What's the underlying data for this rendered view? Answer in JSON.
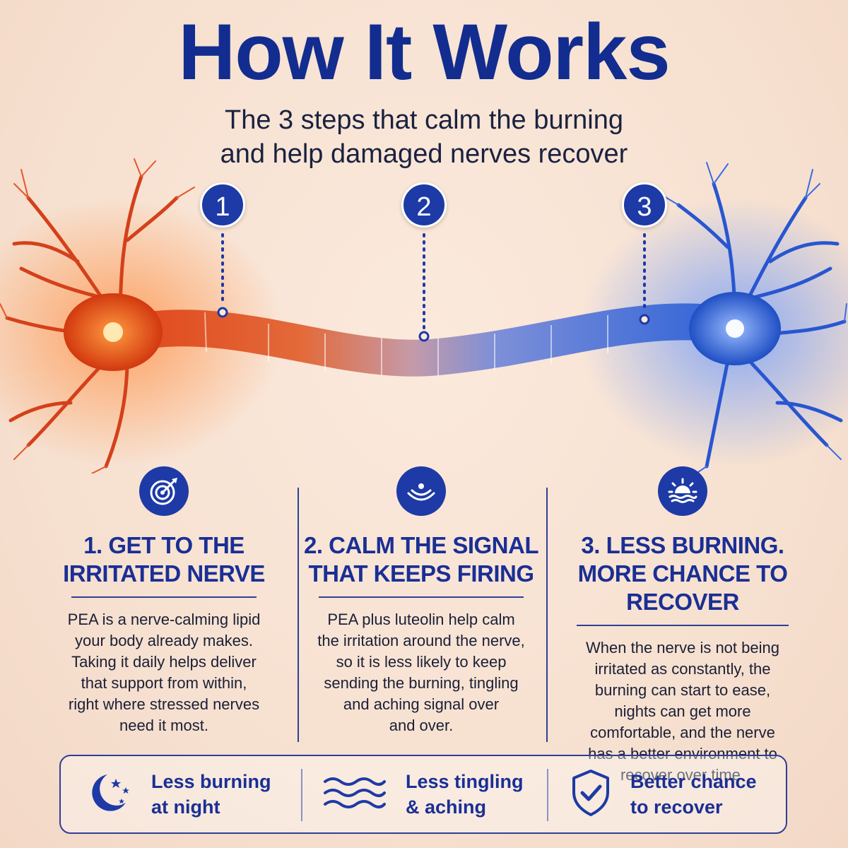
{
  "header": {
    "title": "How It Works",
    "subtitle_line1": "The 3 steps that calm the burning",
    "subtitle_line2": "and help damaged nerves recover"
  },
  "step_markers": [
    "1",
    "2",
    "3"
  ],
  "columns": [
    {
      "icon": "target-icon",
      "heading_line1": "1. GET TO THE",
      "heading_line2": "IRRITATED NERVE",
      "body": [
        "PEA is a nerve-calming lipid",
        "your body already makes.",
        "Taking it daily helps deliver",
        "that support from within,",
        "right where stressed nerves",
        "need it most."
      ]
    },
    {
      "icon": "calm-waves-icon",
      "heading_line1": "2. CALM THE SIGNAL",
      "heading_line2": "THAT KEEPS FIRING",
      "body": [
        "PEA plus luteolin help calm",
        "the irritation around the nerve,",
        "so it is less likely to keep",
        "sending the burning, tingling",
        "and aching signal over",
        "and over."
      ]
    },
    {
      "icon": "sunrise-icon",
      "heading_line1": "3. LESS BURNING.",
      "heading_line2": "MORE CHANCE TO RECOVER",
      "body": [
        "When the nerve is not being",
        "irritated as constantly, the",
        "burning can start to ease,",
        "nights can get more",
        "comfortable, and the nerve",
        "has a better environment to",
        "recover over time."
      ]
    }
  ],
  "benefits": [
    {
      "icon": "moon-stars-icon",
      "line1": "Less burning",
      "line2": "at night"
    },
    {
      "icon": "waves-icon",
      "line1": "Less tingling",
      "line2": "& aching"
    },
    {
      "icon": "shield-check-icon",
      "line1": "Better chance",
      "line2": "to recover"
    }
  ],
  "colors": {
    "primary_blue": "#1d3aa6",
    "nerve_orange": "#e8501c",
    "nerve_blue": "#2f6fe0",
    "background": "#f7e2d2"
  }
}
